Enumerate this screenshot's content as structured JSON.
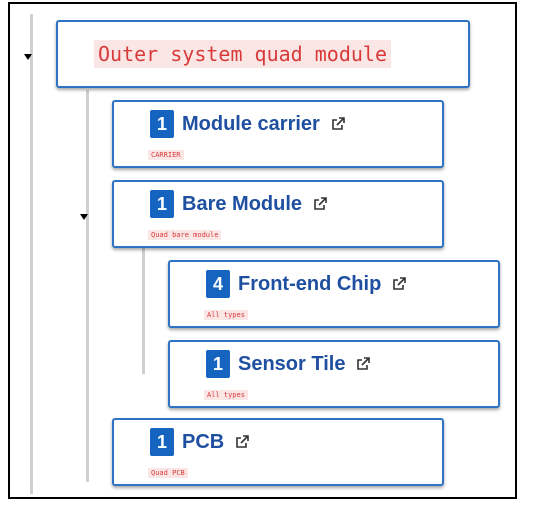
{
  "tree": {
    "root": {
      "title": "Outer system quad module"
    },
    "children": [
      {
        "count": "1",
        "name": "Module carrier",
        "tag": "CARRIER"
      },
      {
        "count": "1",
        "name": "Bare Module",
        "tag": "Quad bare module",
        "children": [
          {
            "count": "4",
            "name": "Front-end Chip",
            "tag": "All types"
          },
          {
            "count": "1",
            "name": "Sensor Tile",
            "tag": "All types"
          }
        ]
      },
      {
        "count": "1",
        "name": "PCB",
        "tag": "Quad PCB"
      }
    ]
  },
  "icons": {
    "expand": "caret-down-icon",
    "external_link": "external-link-icon"
  },
  "colors": {
    "card_border": "#2f73c4",
    "count_badge": "#1565c0",
    "name_text": "#1f4fa0",
    "tag_text": "#d83a3a",
    "tag_bg": "#fbe6e6"
  }
}
